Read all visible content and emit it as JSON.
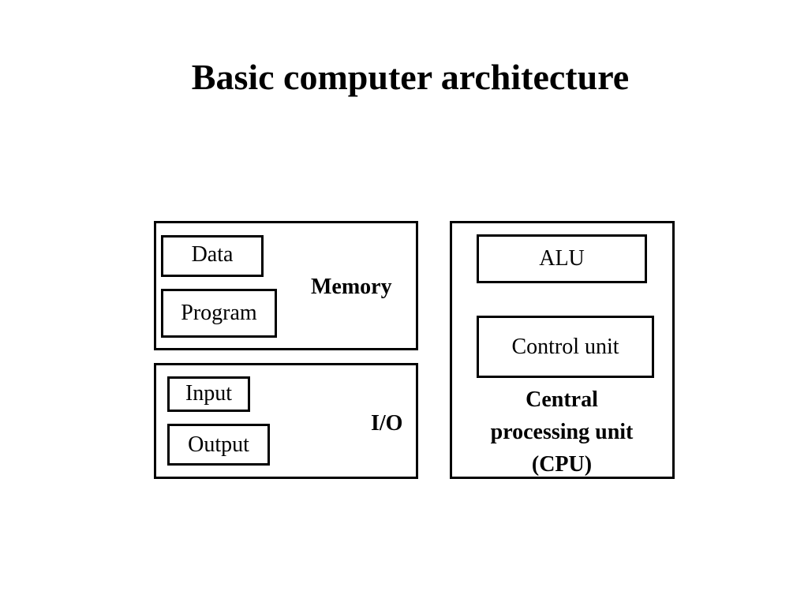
{
  "title": "Basic computer architecture",
  "memory": {
    "label": "Memory",
    "items": [
      "Data",
      "Program"
    ]
  },
  "io": {
    "label": "I/O",
    "items": [
      "Input",
      "Output"
    ]
  },
  "cpu": {
    "label_lines": [
      "Central",
      "processing unit",
      "(CPU)"
    ],
    "items": [
      "ALU",
      "Control unit"
    ]
  }
}
